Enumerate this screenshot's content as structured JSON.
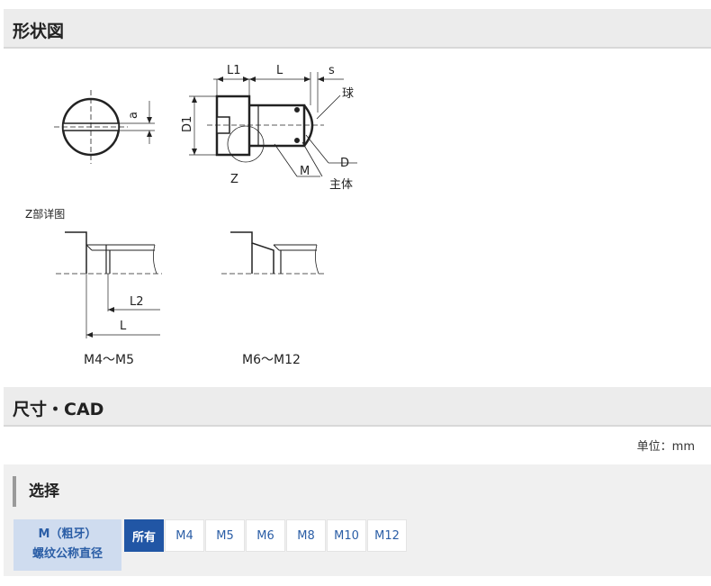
{
  "sections": {
    "shape_title": "形状図",
    "dim_title": "尺寸・CAD"
  },
  "drawing": {
    "labels": {
      "a": "a",
      "d1": "D1",
      "l1": "L1",
      "l": "L",
      "s": "s",
      "ball": "球",
      "z": "Z",
      "m": "M",
      "d": "D",
      "body": "主体"
    },
    "detail": {
      "title": "Z部详图",
      "l2": "L2",
      "l": "L",
      "caption_left": "M4～M5",
      "caption_right": "M6～M12"
    }
  },
  "unit_label": "单位：mm",
  "select": {
    "title": "选择",
    "param_line1": "M（粗牙）",
    "param_line2": "螺纹公称直径",
    "options": [
      "所有",
      "M4",
      "M5",
      "M6",
      "M8",
      "M10",
      "M12"
    ],
    "active_option": "所有"
  }
}
